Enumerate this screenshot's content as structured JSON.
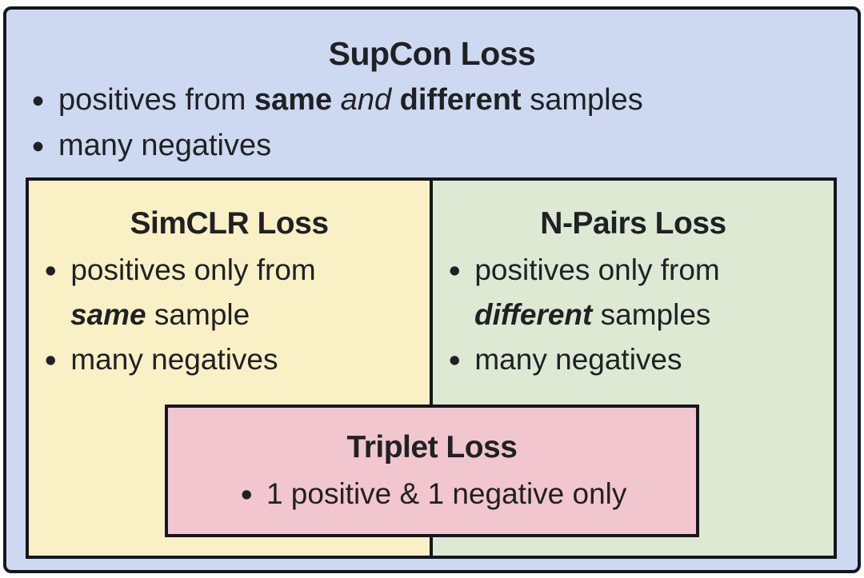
{
  "colors": {
    "supcon_bg": "#cdd9f1",
    "simclr_bg": "#faf0c6",
    "npairs_bg": "#dde9d3",
    "triplet_bg": "#f2c6cf",
    "border_color": "#16161e",
    "text_color": "#202124"
  },
  "bullet_glyph": "●",
  "supcon": {
    "title": "SupCon Loss",
    "bullet1": {
      "pre": "positives from ",
      "same": "same",
      "and": " and ",
      "different": "different",
      "post": " samples"
    },
    "bullet2": "many negatives"
  },
  "simclr": {
    "title": "SimCLR Loss",
    "bullet1_line1": "positives only from",
    "bullet1_emph": "same",
    "bullet1_rest": " sample",
    "bullet2": "many negatives"
  },
  "npairs": {
    "title": "N-Pairs Loss",
    "bullet1_line1": "positives only from",
    "bullet1_emph": "different",
    "bullet1_rest": " samples",
    "bullet2": "many negatives"
  },
  "triplet": {
    "title": "Triplet Loss",
    "bullet1": "1 positive & 1 negative only"
  }
}
